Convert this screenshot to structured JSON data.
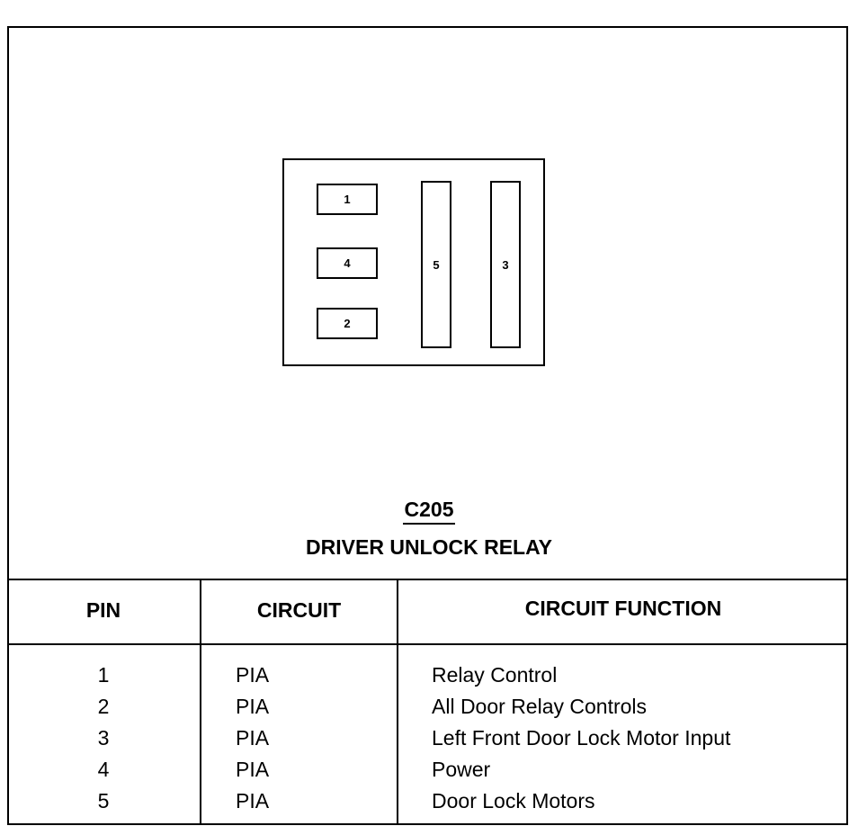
{
  "connector": {
    "pins": {
      "p1": "1",
      "p4": "4",
      "p2": "2",
      "p5": "5",
      "p3": "3"
    },
    "id": "C205",
    "name": "DRIVER UNLOCK RELAY"
  },
  "table": {
    "headers": {
      "pin": "PIN",
      "circuit": "CIRCUIT",
      "function": "CIRCUIT FUNCTION"
    },
    "rows": [
      {
        "pin": "1",
        "circuit": "PIA",
        "function": "Relay Control"
      },
      {
        "pin": "2",
        "circuit": "PIA",
        "function": "All Door Relay Controls"
      },
      {
        "pin": "3",
        "circuit": "PIA",
        "function": "Left Front Door Lock Motor Input"
      },
      {
        "pin": "4",
        "circuit": "PIA",
        "function": "Power"
      },
      {
        "pin": "5",
        "circuit": "PIA",
        "function": "Door Lock Motors"
      }
    ]
  }
}
